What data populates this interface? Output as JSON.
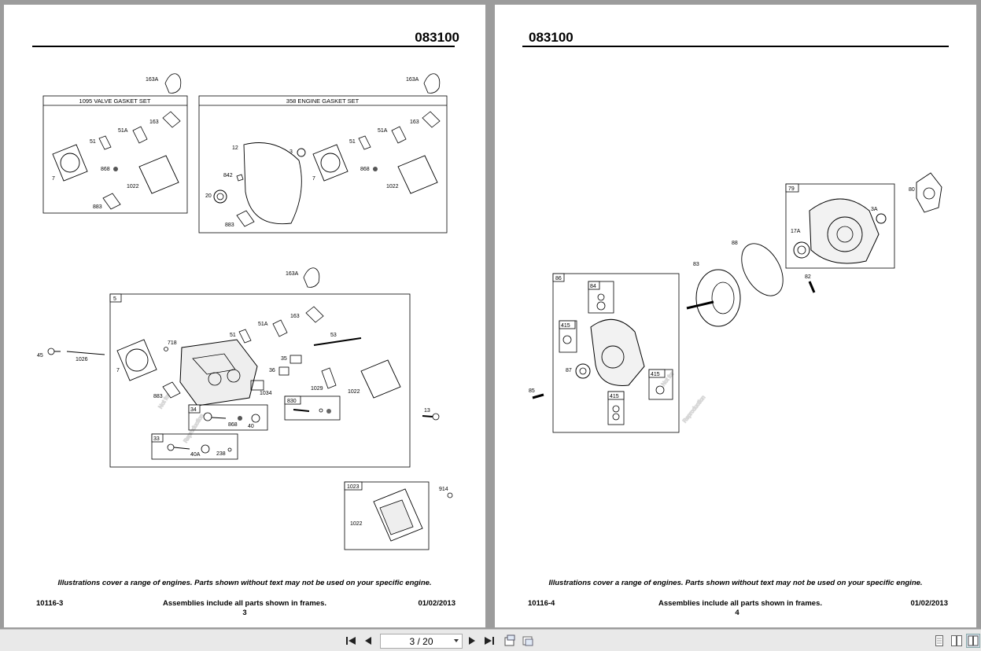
{
  "pages": [
    {
      "header_number": "083100",
      "caption": "Illustrations cover a range of engines. Parts shown without text may not be used on your specific engine.",
      "footer": {
        "code": "10116-3",
        "note": "Assemblies include all parts shown in frames.",
        "page": "3",
        "date": "01/02/2013"
      },
      "frames": {
        "valve_gasket_set": "1095 VALVE GASKET SET",
        "engine_gasket_set": "358 ENGINE GASKET SET"
      },
      "watermark": [
        "Not for",
        "Reproduction"
      ]
    },
    {
      "header_number": "083100",
      "caption": "Illustrations cover a range of engines. Parts shown without text may not be used on your specific engine.",
      "footer": {
        "code": "10116-4",
        "note": "Assemblies include all parts shown in frames.",
        "page": "4",
        "date": "01/02/2013"
      },
      "watermark": [
        "Not for",
        "Reproduction"
      ]
    }
  ],
  "part_labels": {
    "p163A": "163A",
    "p163": "163",
    "p51A": "51A",
    "p51": "51",
    "p868": "868",
    "p7": "7",
    "p1022": "1022",
    "p883": "883",
    "p12": "12",
    "p3": "3",
    "p842": "842",
    "p20": "20",
    "p5": "5",
    "p718": "718",
    "p53": "53",
    "p35": "35",
    "p36": "36",
    "p1034": "1034",
    "p1029": "1029",
    "p45": "45",
    "p1026": "1026",
    "p34": "34",
    "p40": "40",
    "p830": "830",
    "p13": "13",
    "p33": "33",
    "p40A": "40A",
    "p238": "238",
    "p1023": "1023",
    "p914": "914",
    "p79": "79",
    "p80": "80",
    "p3A": "3A",
    "p17A": "17A",
    "p88": "88",
    "p83": "83",
    "p82": "82",
    "p86": "86",
    "p84": "84",
    "p415": "415",
    "p87": "87",
    "p85": "85"
  },
  "toolbar": {
    "page_indicator": "3 / 20",
    "icons": [
      "first-page-icon",
      "previous-page-icon",
      "next-page-icon",
      "last-page-icon",
      "fit-page-icon",
      "fit-width-icon",
      "single-page-icon",
      "two-page-icon",
      "book-view-icon"
    ]
  }
}
